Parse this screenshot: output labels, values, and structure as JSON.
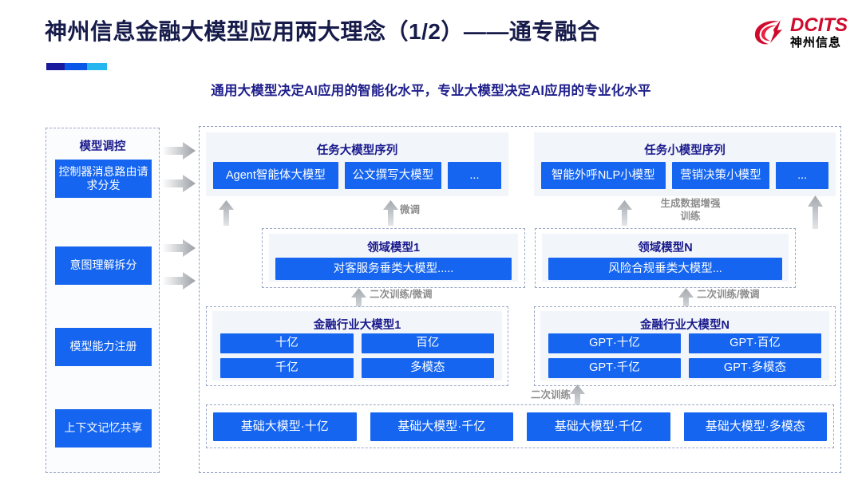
{
  "header": {
    "title": "神州信息金融大模型应用两大理念（1/2）——通专融合",
    "subtitle": "通用大模型决定AI应用的智能化水平，专业大模型决定AI应用的专业化水平",
    "logo_en": "DCITS",
    "logo_cn": "神州信息",
    "accent_colors": [
      "#1a1a9c",
      "#0a57e8",
      "#25b6ef"
    ],
    "title_color": "#161b4a",
    "subtitle_color": "#1f1f8c",
    "logo_color": "#cf0a2c"
  },
  "sidebar": {
    "title": "模型调控",
    "items": [
      {
        "label": "控制器消息路由请求分发"
      },
      {
        "label": "意图理解拆分"
      },
      {
        "label": "模型能力注册"
      },
      {
        "label": "上下文记忆共享"
      }
    ]
  },
  "main": {
    "task_groups": [
      {
        "title": "任务大模型序列",
        "chips": [
          {
            "label": "Agent智能体大模型",
            "flex": "1.45"
          },
          {
            "label": "公文撰写大模型",
            "flex": "1.12"
          },
          {
            "label": "...",
            "flex": "0.62"
          }
        ]
      },
      {
        "title": "任务小模型序列",
        "chips": [
          {
            "label": "智能外呼NLP小模型",
            "flex": "1.42"
          },
          {
            "label": "营销决策小模型",
            "flex": "1.12"
          },
          {
            "label": "...",
            "flex": "0.60"
          }
        ]
      }
    ],
    "domain_models": [
      {
        "title": "领域模型1",
        "label": "对客服务垂类大模型....."
      },
      {
        "title": "领域模型N",
        "label": "风险合规垂类大模型..."
      }
    ],
    "industry_models": [
      {
        "title": "金融行业大模型1",
        "cells": [
          "十亿",
          "百亿",
          "千亿",
          "多模态"
        ]
      },
      {
        "title": "金融行业大模型N",
        "cells": [
          "GPT·十亿",
          "GPT·百亿",
          "GPT·千亿",
          "GPT·多模态"
        ]
      }
    ],
    "base_models": [
      {
        "label": "基础大模型·十亿"
      },
      {
        "label": "基础大模型·千亿"
      },
      {
        "label": "基础大模型·千亿"
      },
      {
        "label": "基础大模型·多模态"
      }
    ],
    "arrow_labels": {
      "finetune": "微调",
      "data_augment": "生成数据增强训练",
      "retrain_finetune_left": "二次训练/微调",
      "retrain_finetune_right": "二次训练/微调",
      "retrain": "二次训练"
    }
  },
  "colors": {
    "chip_blue": "#1565f0",
    "panel_grey": "#f2f5fa",
    "dash_border": "#9aa7c4",
    "arrow_grey": "#c9cdd2"
  }
}
